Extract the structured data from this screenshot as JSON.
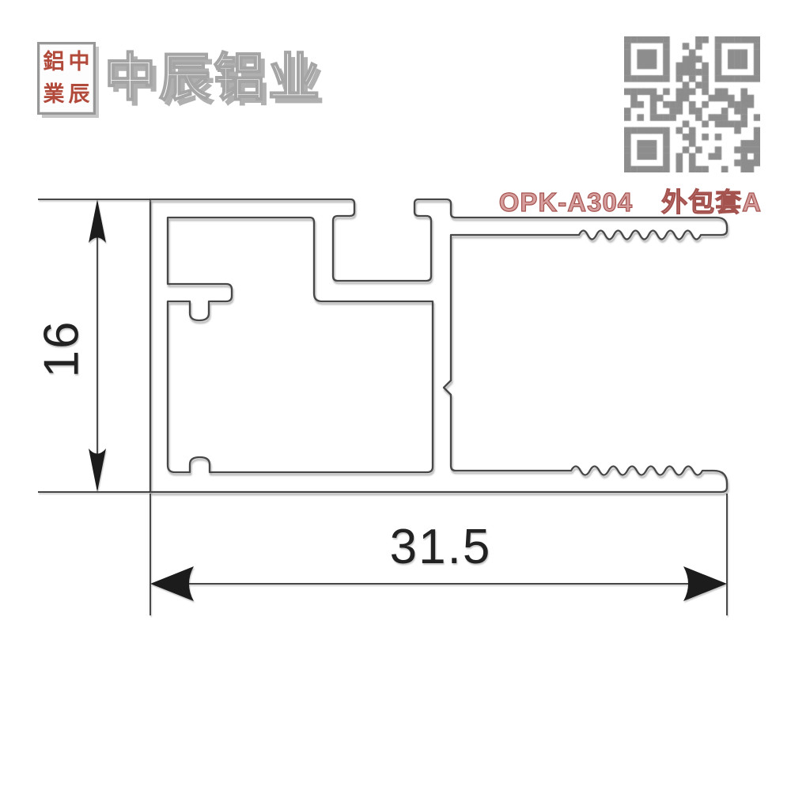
{
  "brand": {
    "seal": {
      "chars": [
        "鋁",
        "中",
        "業",
        "辰"
      ]
    },
    "company_name": "中辰铝业"
  },
  "product_label": {
    "model": "OPK-A304",
    "name": "外包套A"
  },
  "drawing": {
    "kind": "aluminum-extrusion-profile-cross-section",
    "dims": {
      "height": "16",
      "width": "31.5"
    }
  },
  "colors": {
    "object_line": "#474747",
    "dimension_line": "#2c2c2c",
    "seal_red": "#b24a3c",
    "label_fill": "#d79e9e",
    "label_stroke": "#a4524e",
    "qr_gray": "#8d8d8d",
    "title_shadow": "#b0b0b0"
  }
}
